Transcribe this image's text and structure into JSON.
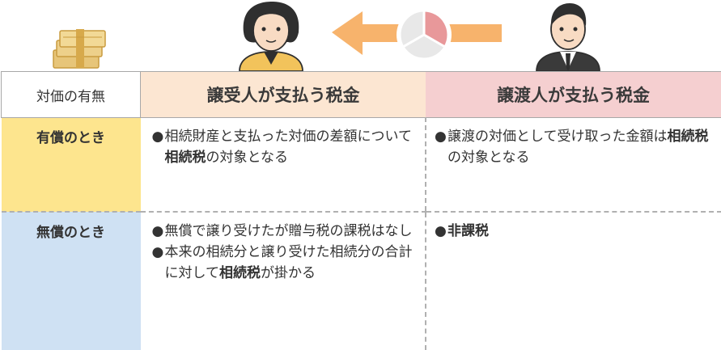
{
  "header": {
    "col0": "対価の有無",
    "col1": "譲受人が支払う税金",
    "col2": "譲渡人が支払う税金"
  },
  "rows": [
    {
      "label": "有償のとき",
      "c1": [
        {
          "bullet": "●",
          "pre": "相続財産と支払った対価の差額について",
          "bold": "相続税",
          "post": "の対象となる"
        }
      ],
      "c2": [
        {
          "bullet": "●",
          "pre": "譲渡の対価として受け取った金額は",
          "bold": "相続税",
          "post": "の対象となる"
        }
      ]
    },
    {
      "label": "無償のとき",
      "c1": [
        {
          "bullet": "●",
          "pre": "無償で譲り受けたが贈与税の課税はなし",
          "bold": "",
          "post": ""
        },
        {
          "bullet": "●",
          "pre": "本来の相続分と譲り受けた相続分の合計に対して",
          "bold": "相続税",
          "post": "が掛かる"
        }
      ],
      "c2": [
        {
          "bullet": "●",
          "pre": "",
          "bold": "非課税",
          "post": ""
        }
      ]
    }
  ],
  "icons": [
    "money-bundle-icon",
    "woman-icon",
    "arrow-left-icon",
    "pie-icon",
    "man-icon"
  ],
  "colors": {
    "header_receiver": "#fce6d2",
    "header_transferor": "#f5cfd0",
    "row_paid": "#fde58e",
    "row_free": "#cfe1f3",
    "arrow": "#f7b36c",
    "pie_highlight": "#e8989a"
  }
}
